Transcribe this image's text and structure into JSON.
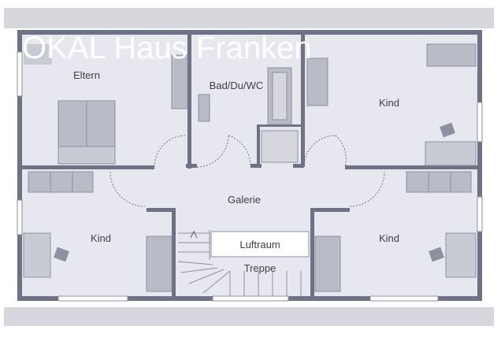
{
  "watermark": "OKAL Haus Franken",
  "rooms": {
    "eltern": "Eltern",
    "bad": "Bad/Du/WC",
    "kind_top_right": "Kind",
    "galerie": "Galerie",
    "kind_bottom_left": "Kind",
    "kind_bottom_right": "Kind",
    "luftraum": "Luftraum",
    "treppe": "Treppe"
  },
  "colors": {
    "floor": "#e6e7ef",
    "wall": "#6f7285",
    "furniture": "#b9bbc6",
    "furniture_dark": "#8d909f",
    "roof_band": "#d7d8de",
    "label": "#3d3f4a"
  }
}
